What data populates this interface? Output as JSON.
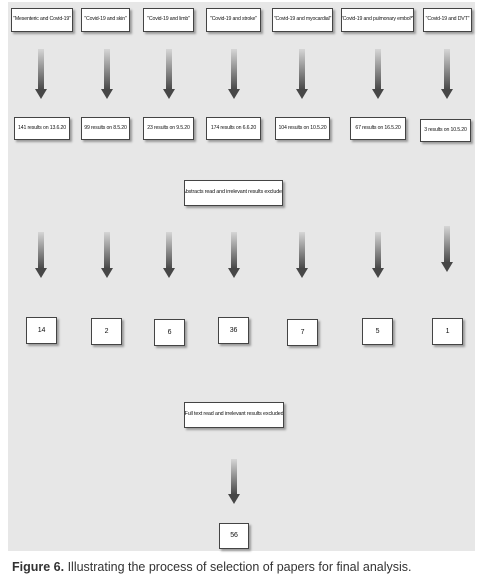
{
  "searches": [
    "\"Mesenteric and Covid-19\"",
    "\"Covid-19 and skin\"",
    "\"Covid-19 and limb\"",
    "\"Covid-19 and stroke\"",
    "\"Covid-19 and myocardial\"",
    "\"Covid-19 and pulmonary embol*\"",
    "\"Covid-19 and DVT\""
  ],
  "results": [
    "141 results on 13.6.20",
    "99 results on 8.5.20",
    "23 results on 9.5.20",
    "174 results on 6.6.20",
    "104 results on 10.5.20",
    "67 results on 16.5.20",
    "3 results on 10.5.20"
  ],
  "abstracts_filter": "Abstracts read and irrelevant results excluded",
  "counts_after_abstracts": [
    "14",
    "2",
    "6",
    "36",
    "7",
    "5",
    "1"
  ],
  "fulltext_filter": "Full text read and irrelevant results excluded",
  "final_count": "56",
  "caption": {
    "label": "Figure 6.",
    "text": " Illustrating the process of selection of papers for final analysis."
  }
}
